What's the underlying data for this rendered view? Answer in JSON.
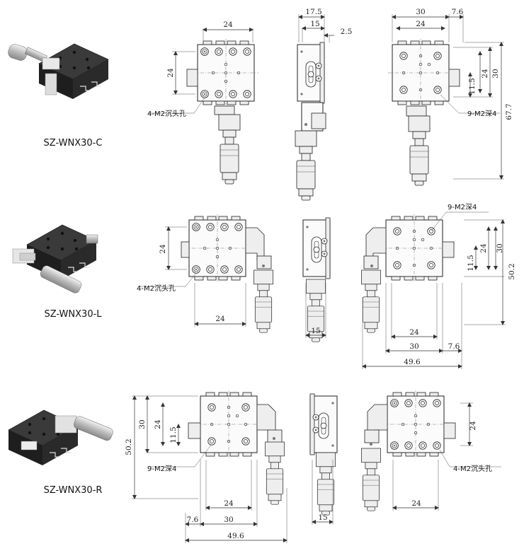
{
  "models": {
    "c": "SZ-WNX30-C",
    "l": "SZ-WNX30-L",
    "r": "SZ-WNX30-R"
  },
  "dims": {
    "d24": "24",
    "d30": "30",
    "d15": "15",
    "d17_5": "17.5",
    "d2_5": "2.5",
    "d7_6": "7.6",
    "d11_5": "11.5",
    "d67_7": "67.7",
    "d50_2": "50.2",
    "d49_6": "49.6"
  },
  "notes": {
    "countersunk": "4-M2沉头孔",
    "tapped": "9-M2深4"
  }
}
